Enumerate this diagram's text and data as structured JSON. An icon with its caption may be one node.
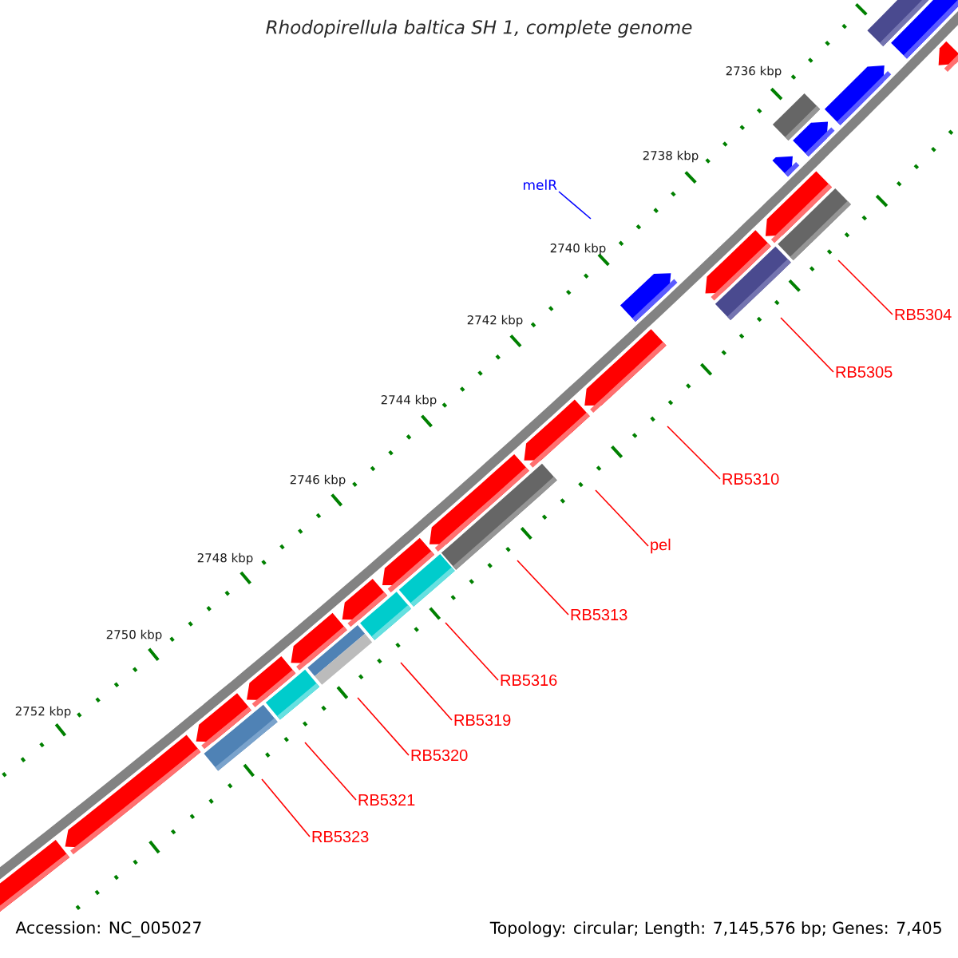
{
  "diagram": {
    "title": "Rhodopirellula baltica SH 1, complete genome",
    "nodes": [
      {
        "text": [
          "melR"
        ]
      },
      {
        "text": [
          "RB5304"
        ]
      },
      {
        "text": [
          "RB5305"
        ]
      },
      {
        "text": [
          "RB5310"
        ]
      },
      {
        "text": [
          "pel"
        ]
      },
      {
        "text": [
          "RB5313"
        ]
      },
      {
        "text": [
          "RB5316"
        ]
      },
      {
        "text": [
          "RB5319"
        ]
      },
      {
        "text": [
          "RB5320"
        ]
      },
      {
        "text": [
          "RB5321"
        ]
      },
      {
        "text": [
          "RB5323"
        ]
      }
    ],
    "edges": [
      {
        "from": 0,
        "to": null,
        "arrow": "none",
        "color": "#0000ff"
      },
      {
        "from": 1,
        "to": null,
        "arrow": "none"
      },
      {
        "from": 2,
        "to": null,
        "arrow": "none"
      },
      {
        "from": 3,
        "to": null,
        "arrow": "none"
      },
      {
        "from": 4,
        "to": null,
        "arrow": "none"
      },
      {
        "from": 5,
        "to": null,
        "arrow": "none"
      },
      {
        "from": 6,
        "to": null,
        "arrow": "none"
      },
      {
        "from": 7,
        "to": null,
        "arrow": "none"
      },
      {
        "from": 8,
        "to": null,
        "arrow": "none"
      },
      {
        "from": 9,
        "to": null,
        "arrow": "none"
      },
      {
        "from": 10,
        "to": null,
        "arrow": "none"
      }
    ],
    "labels": [
      "2736 kbp",
      "2738 kbp",
      "2740 kbp",
      "2742 kbp",
      "2744 kbp",
      "2746 kbp",
      "2748 kbp",
      "2750 kbp",
      "2752 kbp",
      "Accession: NC_005027",
      "Topology: circular; Length: 7,145,576 bp; Genes: 7,405"
    ]
  }
}
